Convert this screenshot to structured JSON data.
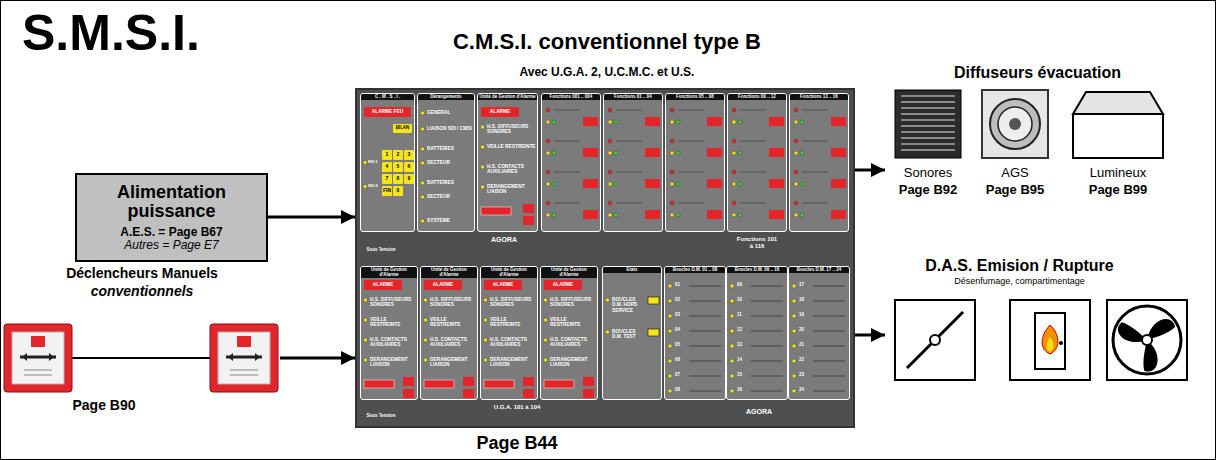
{
  "diagram": {
    "title": "S.M.S.I.",
    "nodes": [
      {
        "text": [
          "Alimentation puissance",
          "A.E.S. = Page B67",
          "Autres = Page E7"
        ]
      },
      {
        "text": [
          "Déclencheurs Manuels",
          "conventionnels",
          "Page B90"
        ]
      },
      {
        "text": [
          "C.M.S.I. conventionnel type B",
          "Avec U.G.A. 2, U.C.M.C. et U.S.",
          "Page B44"
        ]
      },
      {
        "text": [
          "Diffuseurs évacuation"
        ]
      },
      {
        "text": [
          "Sonores",
          "Page B92"
        ],
        "in": 3
      },
      {
        "text": [
          "AGS",
          "Page B95"
        ],
        "in": 3
      },
      {
        "text": [
          "Lumineux",
          "Page B99"
        ],
        "in": 3
      },
      {
        "text": [
          "D.A.S. Emision / Rupture",
          "Désenfumage, compartimentage"
        ]
      },
      {
        "text": [
          "C . M . S . I .",
          "ALARME FEU",
          "BILAN",
          "NIV.1",
          "NIV.2",
          "1",
          "2",
          "3",
          "4",
          "5",
          "6",
          "7",
          "8",
          "9",
          "FIN",
          "0"
        ],
        "in": 2
      },
      {
        "text": [
          "Dérangements",
          "GENERAL",
          "LIAISON SDI / CMSI",
          "BATTERIES",
          "SECTEUR",
          "BATTERIES",
          "SECTEUR",
          "SYSTEME"
        ],
        "in": 2
      },
      {
        "text": [
          "Unité de Gestion d'Alarme",
          "ALARME",
          "H.S. DIFFUSEURS SONORES",
          "VEILLE RESTREINTE",
          "H.S. CONTACTS AUXILIAIRES",
          "DERANGEMENT LIAISON"
        ],
        "in": 2
      },
      {
        "text": [
          "Fonctions 001 .. 004"
        ],
        "in": 2
      },
      {
        "text": [
          "Fonctions 01 .. 04"
        ],
        "in": 2
      },
      {
        "text": [
          "Fonctions 05 .. 08"
        ],
        "in": 2
      },
      {
        "text": [
          "Fonctions 09 .. 12"
        ],
        "in": 2
      },
      {
        "text": [
          "Fonctions 13 .. 16"
        ],
        "in": 2
      },
      {
        "text": [
          "Unité de Gestion d'Alarme",
          "ALARME",
          "H.S. DIFFUSEURS SONORES",
          "VEILLE RESTREINTE",
          "H.S. CONTACTS AUXILIAIRES",
          "DERANGEMENT LIAISON"
        ],
        "in": 2
      },
      {
        "text": [
          "Unité de Gestion d'Alarme",
          "ALARME",
          "H.S. DIFFUSEURS SONORES",
          "VEILLE RESTREINTE",
          "H.S. CONTACTS AUXILIAIRES",
          "DERANGEMENT LIAISON"
        ],
        "in": 2
      },
      {
        "text": [
          "Unité de Gestion d'Alarme",
          "ALARME",
          "H.S. DIFFUSEURS SONORES",
          "VEILLE RESTREINTE",
          "H.S. CONTACTS AUXILIAIRES",
          "DERANGEMENT LIAISON"
        ],
        "in": 2
      },
      {
        "text": [
          "Unité de Gestion d'Alarme",
          "ALARME",
          "H.S. DIFFUSEURS SONORES",
          "VEILLE RESTREINTE",
          "H.S. CONTACTS AUXILIAIRES",
          "DERANGEMENT LIAISON"
        ],
        "in": 2
      },
      {
        "text": [
          "Etats",
          "BOUCLES D.M. HORS SERVICE",
          "BOUCLES D.M. TEST"
        ],
        "in": 2
      },
      {
        "text": [
          "Boucles D.M. 01 .. 08",
          "01",
          "02",
          "03",
          "04",
          "05",
          "06",
          "07",
          "08"
        ],
        "in": 2
      },
      {
        "text": [
          "Boucles D.M. 09 .. 16",
          "09",
          "10",
          "11",
          "12",
          "13",
          "14",
          "15",
          "16"
        ],
        "in": 2
      },
      {
        "text": [
          "Boucles D.M. 17 .. 24",
          "17",
          "18",
          "19",
          "20",
          "21",
          "22",
          "23",
          "24"
        ],
        "in": 2
      }
    ],
    "edges": [
      {
        "from": 0,
        "to": 2,
        "arrow": "to"
      },
      {
        "from": 1,
        "to": 2,
        "arrow": "to"
      },
      {
        "from": 2,
        "to": 3,
        "arrow": "to"
      },
      {
        "from": 2,
        "to": 7,
        "arrow": "to"
      }
    ],
    "labels": [
      "AGORA",
      "Sous Tension",
      "Fonctions 101 à 116",
      "U.G.A. 101 à 104",
      "AGORA",
      "Sous Tension"
    ]
  }
}
